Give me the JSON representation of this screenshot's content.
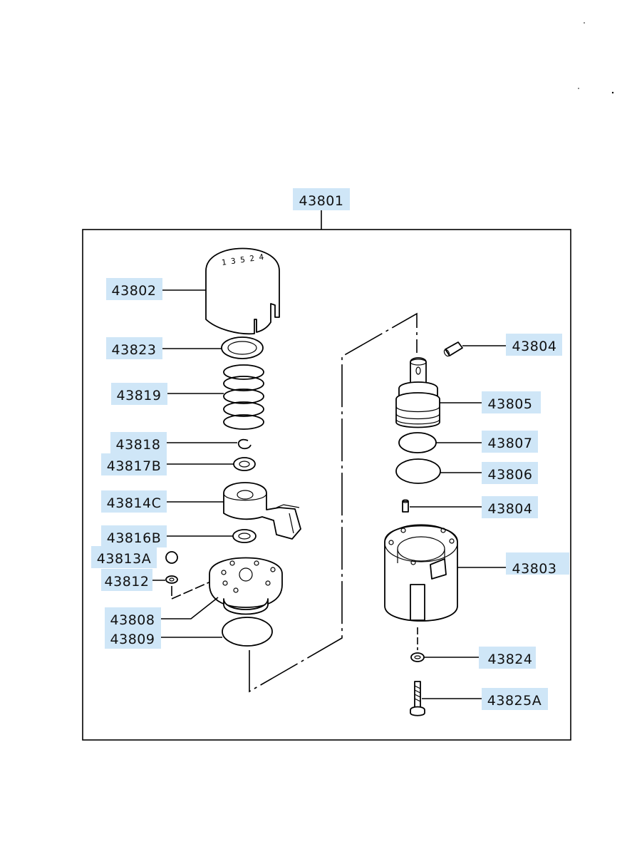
{
  "diagram": {
    "assembly_label": "43801",
    "knob_shift_pattern": "1 3 5 2 4",
    "labels": {
      "p43802": "43802",
      "p43823": "43823",
      "p43819": "43819",
      "p43818": "43818",
      "p43817B": "43817B",
      "p43814C": "43814C",
      "p43816B": "43816B",
      "p43813A": "43813A",
      "p43812": "43812",
      "p43808": "43808",
      "p43809": "43809",
      "p43804_top": "43804",
      "p43805": "43805",
      "p43807": "43807",
      "p43806": "43806",
      "p43804_mid": "43804",
      "p43803": "43803",
      "p43824": "43824",
      "p43825A": "43825A"
    },
    "colors": {
      "label_highlight": "#cfe6f7",
      "line": "#000000"
    }
  }
}
